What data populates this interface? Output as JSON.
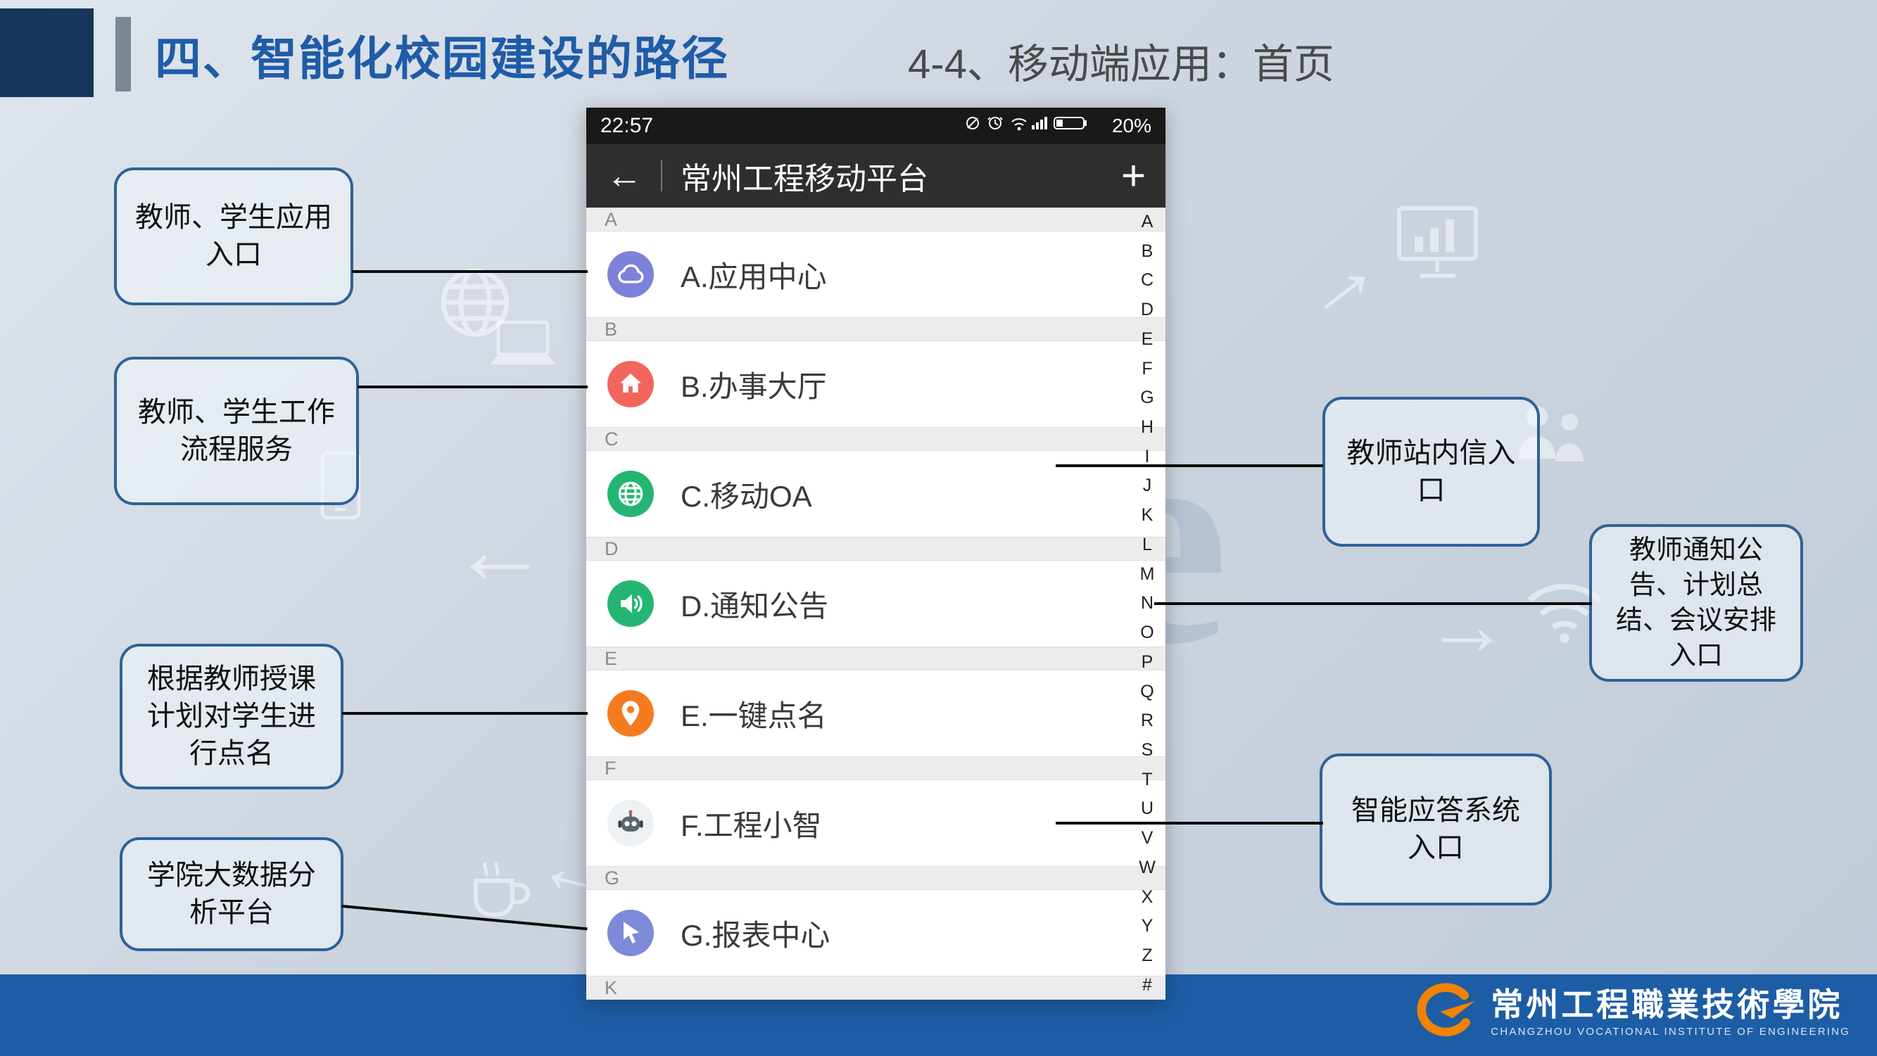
{
  "slide": {
    "title": "四、智能化校园建设的路径",
    "subtitle": "4-4、移动端应用：首页"
  },
  "phone": {
    "status": {
      "time": "22:57",
      "battery": "20%"
    },
    "nav": {
      "back": "←",
      "title": "常州工程移动平台",
      "add": "+"
    },
    "sections": [
      {
        "letter": "A",
        "label": "A.应用中心",
        "icon": "cloud-icon",
        "color": "#7d82d8"
      },
      {
        "letter": "B",
        "label": "B.办事大厅",
        "icon": "home-icon",
        "color": "#f2655c"
      },
      {
        "letter": "C",
        "label": "C.移动OA",
        "icon": "globe-icon",
        "color": "#25b573"
      },
      {
        "letter": "D",
        "label": "D.通知公告",
        "icon": "speaker-icon",
        "color": "#25b573"
      },
      {
        "letter": "E",
        "label": "E.一键点名",
        "icon": "pin-icon",
        "color": "#f47b1f"
      },
      {
        "letter": "F",
        "label": "F.工程小智",
        "icon": "robot-icon",
        "color": "#eef1f4"
      },
      {
        "letter": "G",
        "label": "G.报表中心",
        "icon": "cursor-icon",
        "color": "#7d8ad8"
      }
    ],
    "trailing_letter": "K",
    "index": [
      "A",
      "B",
      "C",
      "D",
      "E",
      "F",
      "G",
      "H",
      "I",
      "J",
      "K",
      "L",
      "M",
      "N",
      "O",
      "P",
      "Q",
      "R",
      "S",
      "T",
      "U",
      "V",
      "W",
      "X",
      "Y",
      "Z",
      "#"
    ]
  },
  "callouts": {
    "left": [
      {
        "text": "教师、学生应用入口"
      },
      {
        "text": "教师、学生工作流程服务"
      },
      {
        "text": "根据教师授课计划对学生进行点名"
      },
      {
        "text": "学院大数据分析平台"
      }
    ],
    "right": [
      {
        "text": "教师站内信入口"
      },
      {
        "text": "教师通知公告、计划总结、会议安排入口"
      },
      {
        "text": "智能应答系统入口"
      }
    ]
  },
  "footer": {
    "logo_text": "常州工程職業技術學院",
    "logo_subtext": "CHANGZHOU VOCATIONAL INSTITUTE OF ENGINEERING"
  },
  "colors": {
    "title_blue": "#1f5ca8",
    "footer_blue": "#1d5da5",
    "callout_border": "#2d6298",
    "logo_orange": "#f08300"
  }
}
